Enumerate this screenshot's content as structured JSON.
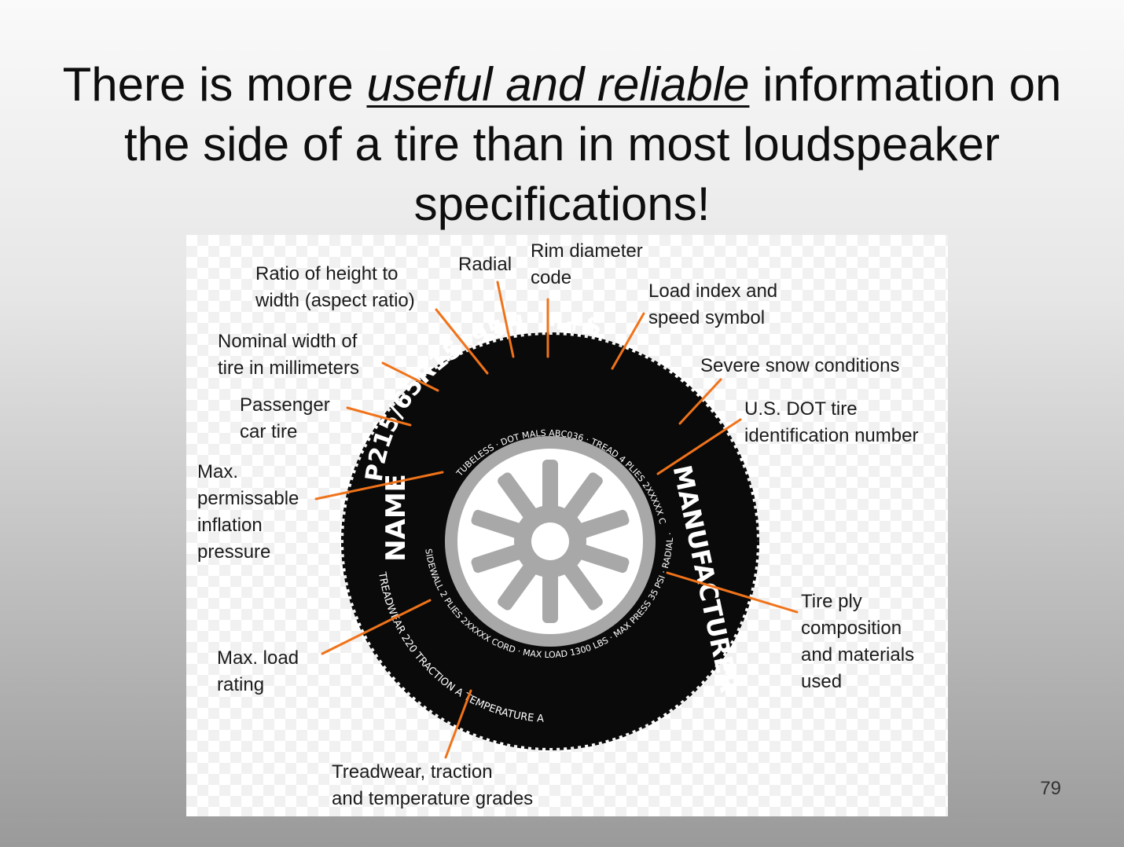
{
  "slide": {
    "title_before": "There is more ",
    "title_emphasis": "useful and reliable",
    "title_after": " information on the side of a tire than in most loudspeaker specifications!",
    "page_number": "79"
  },
  "diagram": {
    "tire_text": {
      "size_code": "P215/65R15",
      "load_speed": "95H",
      "snow": "M+S",
      "brand_name": "NAME",
      "manufacturer": "MANUFACTURER",
      "inner_upper": "TUBELESS · DOT MALS ABC036 · TREAD 4 PLIES 2XXXXX CORD",
      "inner_lower": "SIDEWALL 2 PLIES 2XXXXX CORD · MAX LOAD 1300 LBS · MAX PRESS 35 PSI · RADIAL ·",
      "outer_lower": "TREADWEAR 220 TRACTION A TEMPERATURE A"
    },
    "labels": {
      "ratio": [
        "Ratio of height to",
        "width (aspect ratio)"
      ],
      "radial": [
        "Radial"
      ],
      "rim": [
        "Rim diameter",
        "code"
      ],
      "load_index": [
        "Load index and",
        "speed symbol"
      ],
      "nominal_width": [
        "Nominal width of",
        "tire in millimeters"
      ],
      "snow_conditions": [
        "Severe snow conditions"
      ],
      "passenger": [
        "Passenger",
        "car tire"
      ],
      "dot": [
        "U.S. DOT tire",
        "identification number"
      ],
      "max_pressure": [
        "Max.",
        "permissable",
        "inflation",
        "pressure"
      ],
      "max_load": [
        "Max. load",
        "rating"
      ],
      "ply": [
        "Tire ply",
        "composition",
        "and materials",
        "used"
      ],
      "treadwear": [
        "Treadwear, traction",
        "and temperature grades"
      ]
    },
    "colors": {
      "leader": "#f0731a",
      "tire": "#0a0a0a",
      "wheel": "#a8a8a8",
      "tire_text": "#ffffff"
    }
  }
}
